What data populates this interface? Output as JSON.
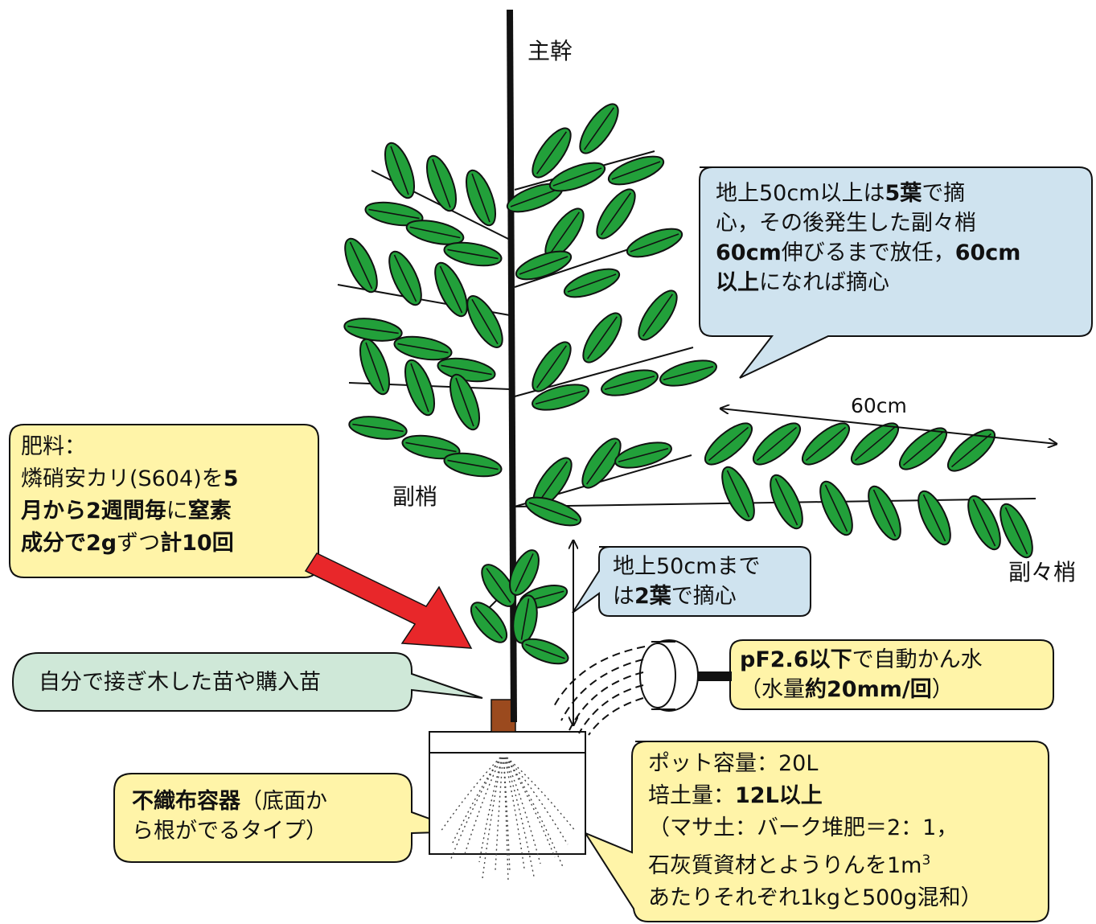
{
  "labels": {
    "main_trunk": "主幹",
    "lateral": "副梢",
    "sub_lateral": "副々梢",
    "length_60cm": "60cm"
  },
  "callouts": {
    "pinch_upper": {
      "lines": [
        [
          "地上50cm以上は",
          "5葉",
          "で摘"
        ],
        [
          "心，その後発生した副々梢"
        ],
        [
          "60cm",
          "伸びるまで放任，",
          "60cm"
        ],
        [
          "以上",
          "になれば摘心"
        ]
      ]
    },
    "pinch_lower": {
      "lines": [
        [
          "地上50cmまで"
        ],
        [
          "は",
          "2葉",
          "で摘心"
        ]
      ]
    },
    "fertilizer": {
      "lines": [
        [
          "肥料："
        ],
        [
          "燐硝安カリ(S604)を",
          "5"
        ],
        [
          "月から2週間毎",
          "に",
          "窒素"
        ],
        [
          "成分で2g",
          "ずつ",
          "計10回"
        ]
      ]
    },
    "seedling": {
      "lines": [
        [
          "自分で接ぎ木した苗や購入苗"
        ]
      ]
    },
    "irrigation": {
      "lines": [
        [
          "pF2.6以下",
          "で自動かん水"
        ],
        [
          "（水量",
          "約20mm/回",
          "）"
        ]
      ]
    },
    "container": {
      "lines": [
        [
          "不織布容器",
          "（底面か"
        ],
        [
          "ら根がでるタイプ）"
        ]
      ]
    },
    "pot": {
      "lines": [
        [
          "ポット容量：20L"
        ],
        [
          "培土量：",
          "12L以上"
        ],
        [
          "（マサ土：バーク堆肥＝2：1，"
        ],
        [
          "石灰質資材とようりんを1m",
          "3"
        ],
        [
          "あたりそれぞれ1kgと500g混和）"
        ]
      ]
    }
  },
  "colors": {
    "leaf_fill": "#22a03a",
    "leaf_outline": "#111111",
    "blue_bubble": "#cfe3ef",
    "yellow_bubble": "#fff4a8",
    "green_bubble": "#cfe8d8",
    "arrow_red": "#e8272a",
    "rootstock_brown": "#9b4a1e"
  }
}
